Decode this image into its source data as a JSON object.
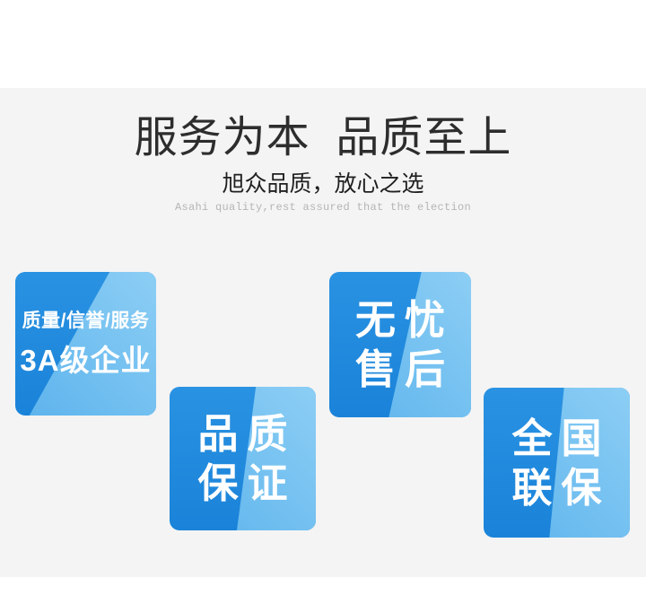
{
  "header": {
    "title": "服务为本  品质至上",
    "subtitle": "旭众品质，放心之选",
    "subtitle_en": "Asahi quality,rest assured that the election"
  },
  "badges": [
    {
      "line1": "质量/信誉/服务",
      "line2": "3A级企业"
    },
    {
      "line1": "品质",
      "line2": "保证"
    },
    {
      "line1": "无忧",
      "line2": "售后"
    },
    {
      "line1": "全国",
      "line2": "联保"
    }
  ],
  "colors": {
    "panel-bg": "#f4f4f4",
    "title-ink": "#2d2d2d",
    "subtitle-ink": "#1f1f1f",
    "caption-ink": "#b5b5b5",
    "badge-dark-top": "#2a92e2",
    "badge-dark": "#1a83d9",
    "badge-light-top": "#8ccef5",
    "badge-light": "#5cb3ec",
    "badge-text": "#ffffff"
  }
}
